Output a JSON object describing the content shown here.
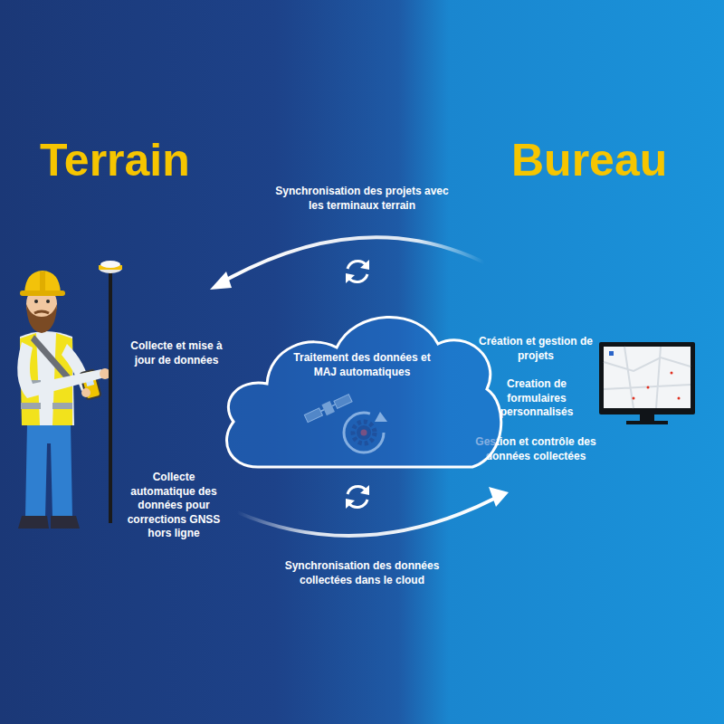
{
  "diagram": {
    "nodes": [
      {
        "text": [
          "Traitement des données et MAJ automatiques"
        ]
      }
    ],
    "labels": [
      "Terrain",
      "Bureau",
      "Synchronisation des projets avec les terminaux terrain",
      "Collecte et mise à jour de données",
      "Collecte automatique des données pour corrections GNSS hors ligne",
      "Création et gestion de projets",
      "Creation de formulaires personnalisés",
      "Gestion et contrôle des données collectées",
      "Synchronisation des données collectées dans le cloud"
    ]
  }
}
